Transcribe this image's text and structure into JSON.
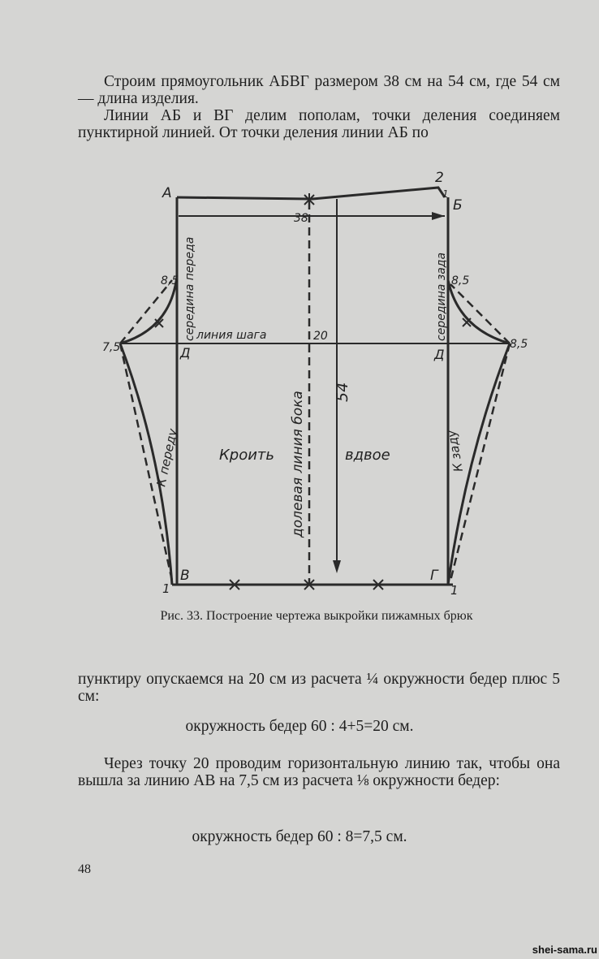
{
  "paragraphs_top": [
    "Строим прямоугольник АБВГ размером 38 см на 54 см, где 54 см — длина изделия.",
    "Линии АБ и ВГ делим пополам, точки деления соединяем пунктирной линией. От точки деления линии АБ по"
  ],
  "figure": {
    "labels": {
      "a": "А",
      "b": "Б",
      "v": "В",
      "g": "Г",
      "d_left": "Д",
      "d_right": "Д",
      "two": "2",
      "one_top": "1",
      "one_left": "1",
      "one_right": "1",
      "width": "38",
      "length": "54",
      "crotch_depth": "20",
      "left_top": "8,5",
      "left_side": "7,5",
      "right_top": "8,5",
      "right_side": "8,5",
      "front_center": "середина переда",
      "back_center": "середина зада",
      "crotch_line": "линия шага",
      "grain_line": "долевая линия бока",
      "to_front": "К переду",
      "to_back": "К заду",
      "cut": "Кроить",
      "double": "вдвое"
    },
    "caption": "Рис. 33. Построение чертежа выкройки пижамных брюк"
  },
  "paragraph_mid": "пунктиру опускаемся на 20 см из расчета ¼ окружности бедер плюс 5 см:",
  "formula1": "окружность бедер 60 : 4+5=20 см.",
  "paragraph_bottom": "Через точку 20 проводим горизонтальную линию так, чтобы она вышла за линию АВ на 7,5 см из расчета ⅛ окружности бедер:",
  "formula2": "окружность бедер 60 : 8=7,5 см.",
  "page_number": "48",
  "watermark": "shei-sama.ru"
}
